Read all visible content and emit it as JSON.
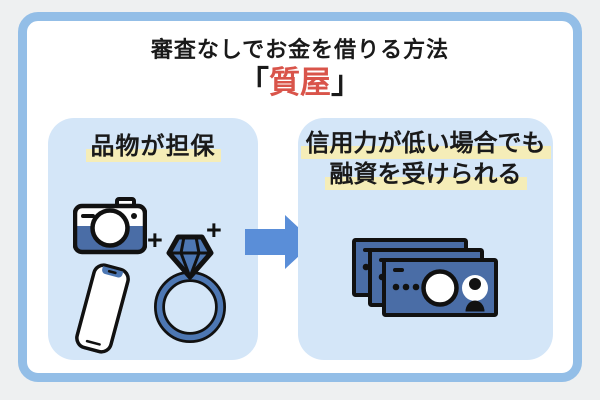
{
  "header": {
    "title": "審査なしでお金を借りる方法",
    "keyword_bracket_open": "「",
    "keyword": "質屋",
    "keyword_bracket_close": "」"
  },
  "left_panel": {
    "heading": "品物が担保",
    "plus_1": "+",
    "plus_2": "+",
    "icons": [
      "camera-icon",
      "smartphone-icon",
      "diamond-ring-icon"
    ]
  },
  "right_panel": {
    "heading_line_1": "信用力が低い場合でも",
    "heading_line_2": "融資を受けられる",
    "icons": [
      "banknotes-icon"
    ]
  },
  "connector": {
    "icon": "arrow-right-icon"
  },
  "colors": {
    "page_bg": "#eef0f1",
    "card_border": "#93bee7",
    "panel_bg": "#d4e6f8",
    "highlight_yellow": "#f5edb8",
    "keyword_red": "#d9544a",
    "icon_blue": "#4a6da6",
    "ring_blue": "#4d77b3",
    "arrow_blue": "#5a8ed8",
    "outline_black": "#111111"
  }
}
